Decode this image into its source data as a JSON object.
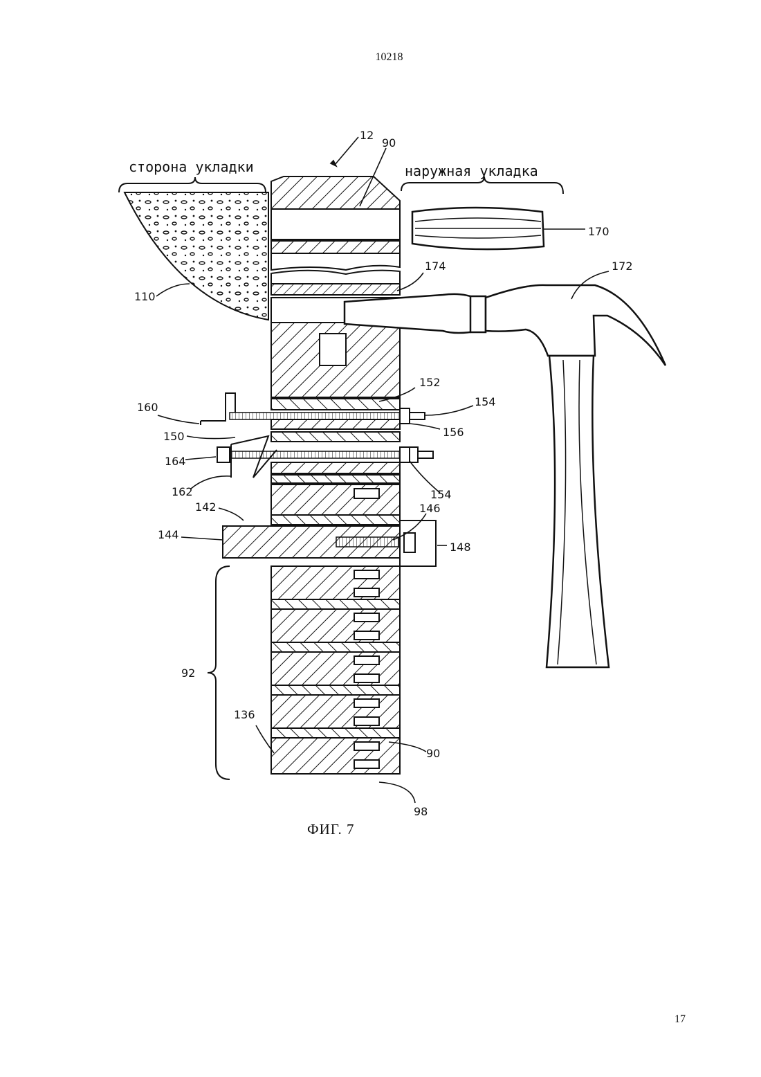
{
  "page": {
    "number_top": "10218",
    "number_bottom": "17"
  },
  "figure": {
    "caption": "ФИГ. 7",
    "side_labels": {
      "left": "сторона укладки",
      "right": "наружная укладка"
    },
    "callouts": {
      "c12": "12",
      "c90_top": "90",
      "c170": "170",
      "c172": "172",
      "c174": "174",
      "c110": "110",
      "c152": "152",
      "c154_top": "154",
      "c160": "160",
      "c156": "156",
      "c150": "150",
      "c164": "164",
      "c162": "162",
      "c154_bottom": "154",
      "c142": "142",
      "c146": "146",
      "c144": "144",
      "c148": "148",
      "c92": "92",
      "c136": "136",
      "c90_bottom": "90",
      "c98": "98"
    }
  }
}
